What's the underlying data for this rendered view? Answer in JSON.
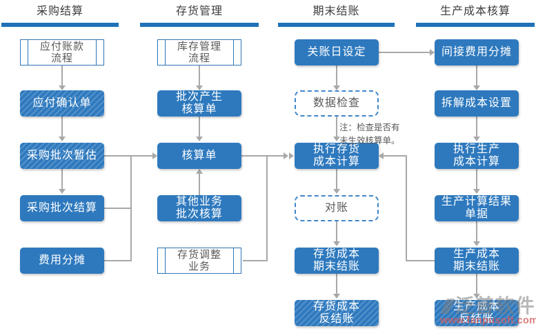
{
  "palette": {
    "box_blue": "#2e79be",
    "header_bar_blue": "#1f72b8",
    "dashed_border_blue": "#3f86c9",
    "predef_border_blue": "#2e75b6",
    "arrow_gray": "#a8a8a8",
    "header_text": "#3d3d3d",
    "muted_text": "#595959",
    "watermark_gray": "#808080",
    "watermark_red": "#d65c5c"
  },
  "columns": [
    {
      "title": "采购结算"
    },
    {
      "title": "存货管理"
    },
    {
      "title": "期末结账"
    },
    {
      "title": "生产成本核算"
    }
  ],
  "nodes": {
    "ap_flow": {
      "label": "应付账款\n流程"
    },
    "ap_confirm": {
      "label": "应付确认单"
    },
    "purchase_estimate": {
      "label": "采购批次暂估"
    },
    "purchase_settle": {
      "label": "采购批次结算"
    },
    "expense_alloc": {
      "label": "费用分摊"
    },
    "inv_flow": {
      "label": "库存管理\n流程"
    },
    "batch_gen": {
      "label": "批次产生\n核算单"
    },
    "acct_doc": {
      "label": "核算单"
    },
    "other_batch": {
      "label": "其他业务\n批次核算"
    },
    "inv_adjust": {
      "label": "存货调整\n业务"
    },
    "close_date": {
      "label": "关账日设定"
    },
    "data_check": {
      "label": "数据检查"
    },
    "run_inv_cost": {
      "label": "执行存货\n成本计算"
    },
    "recon": {
      "label": "对账"
    },
    "inv_close": {
      "label": "存货成本\n期末结账"
    },
    "inv_reverse": {
      "label": "存货成本\n反结账"
    },
    "indirect_alloc": {
      "label": "间接费用分摊"
    },
    "split_setup": {
      "label": "拆解成本设置"
    },
    "run_prod_cost": {
      "label": "执行生产\n成本计算"
    },
    "prod_result": {
      "label": "生产计算结果\n单据"
    },
    "prod_close": {
      "label": "生产成本\n期末结账"
    },
    "prod_reverse": {
      "label": "生产成本\n反结账"
    }
  },
  "note": {
    "text": "注：检查是否有\n未生效核算单。"
  },
  "watermark": {
    "brand": "泛普软件",
    "url": "www.fanpusoft.com"
  }
}
